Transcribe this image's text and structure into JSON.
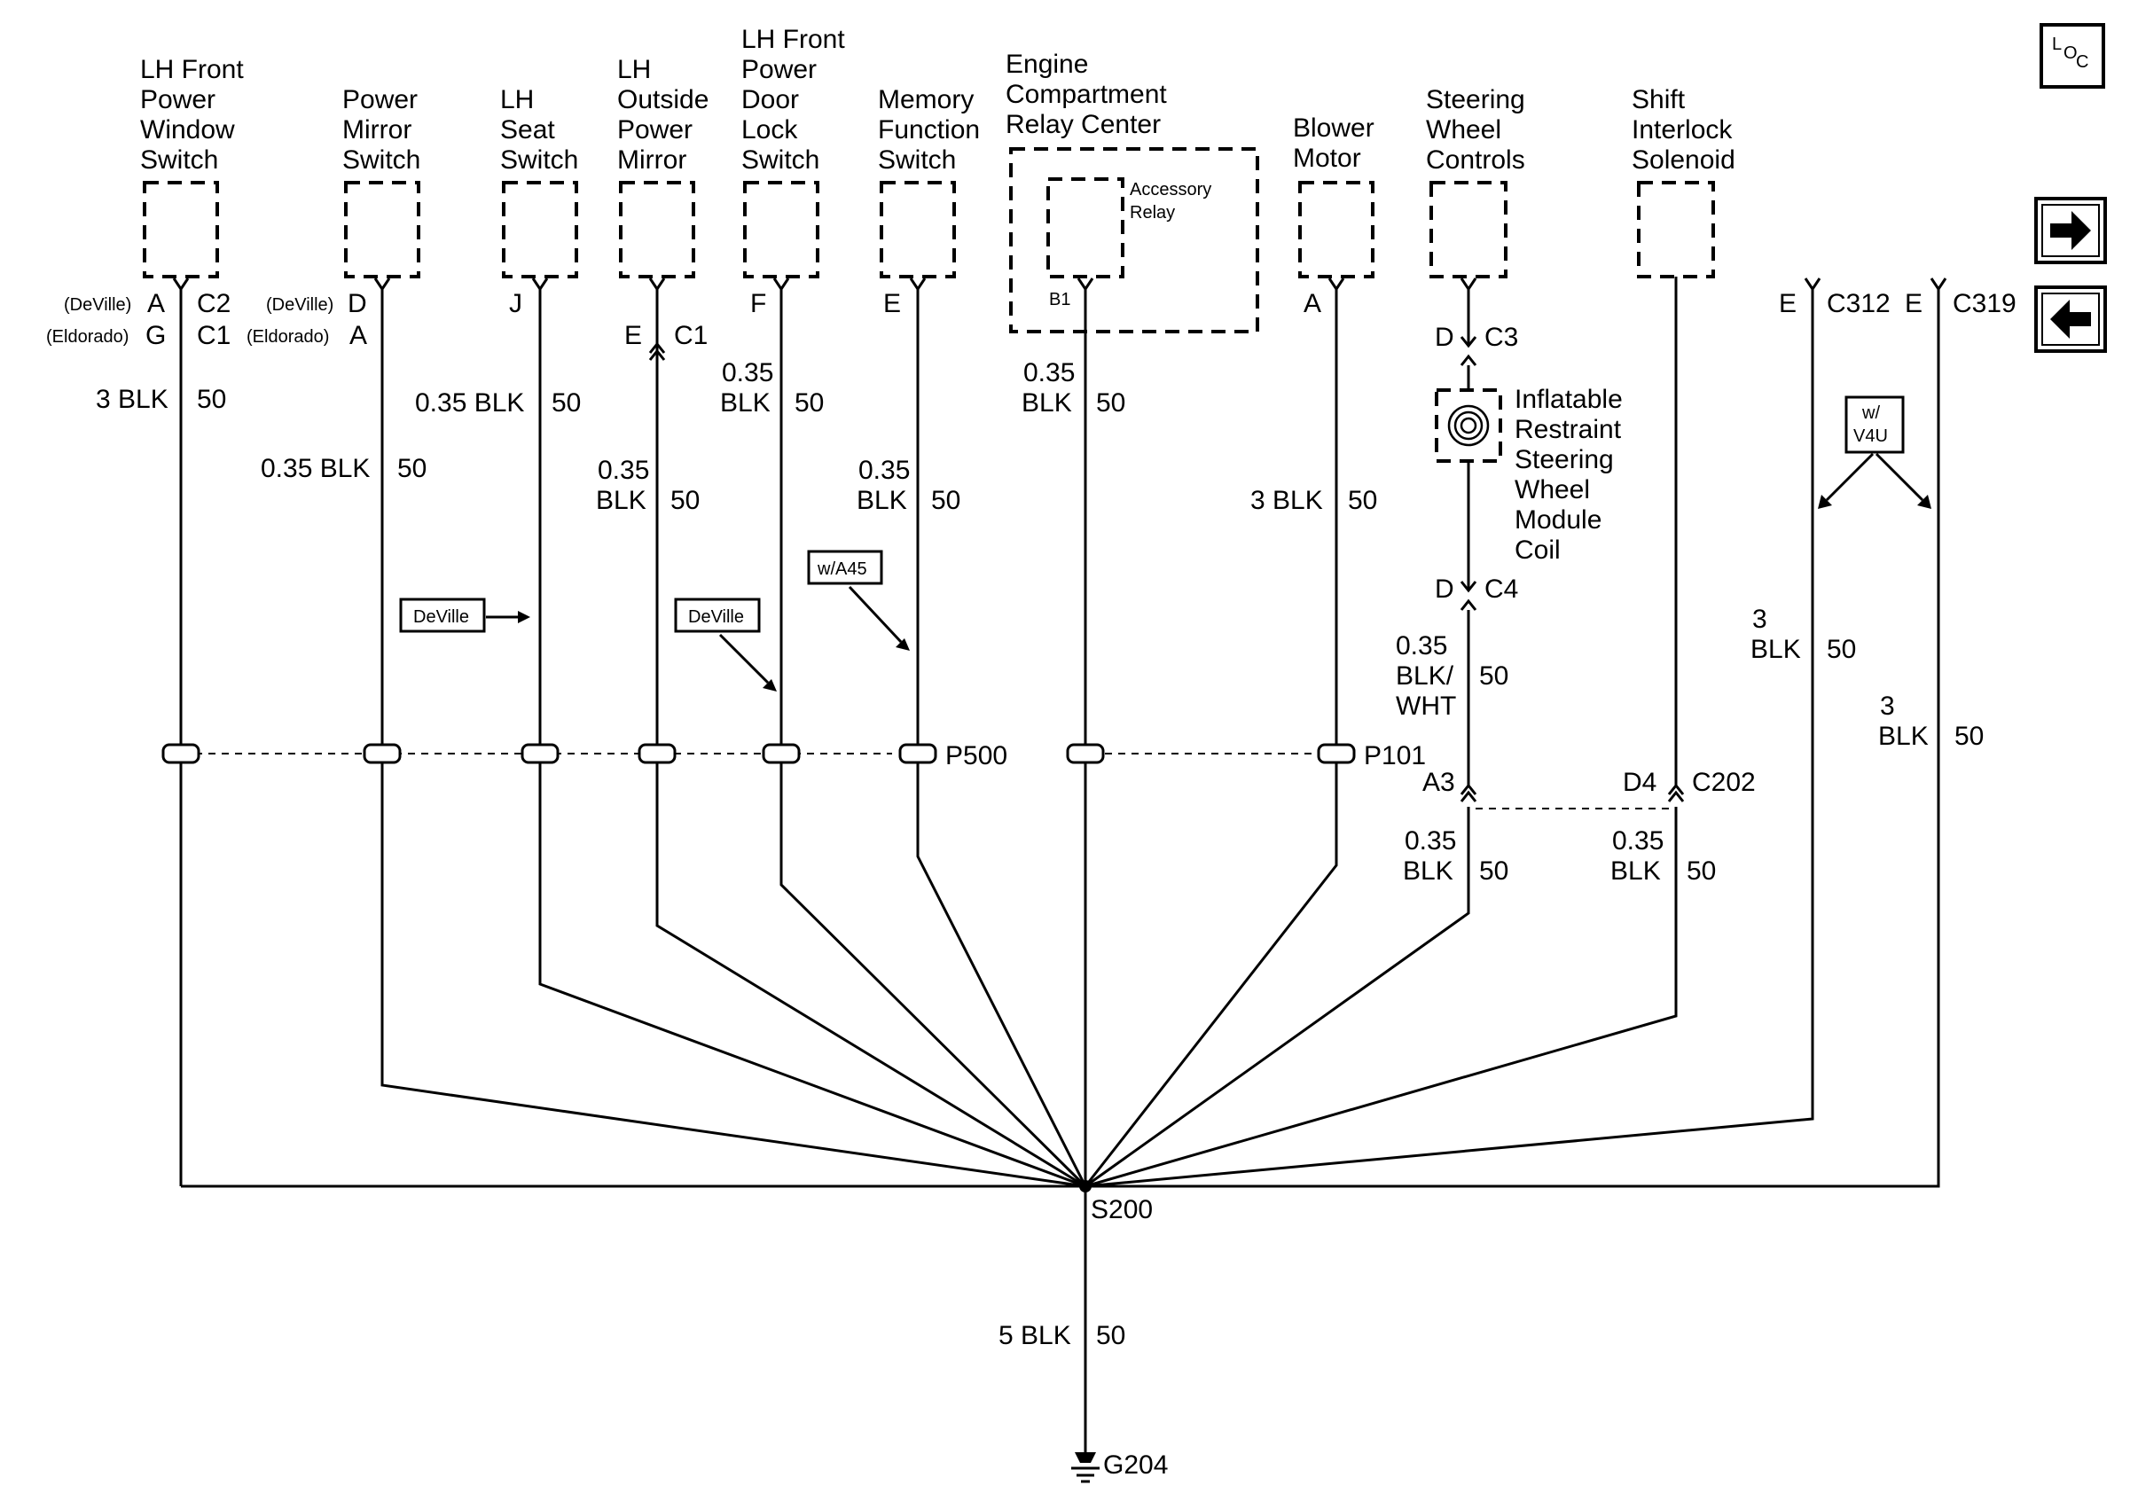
{
  "components": [
    {
      "id": "lh-front-power-window-switch",
      "lines": [
        "LH Front",
        "Power",
        "Window",
        "Switch"
      ]
    },
    {
      "id": "power-mirror-switch",
      "lines": [
        "Power",
        "Mirror",
        "Switch"
      ]
    },
    {
      "id": "lh-seat-switch",
      "lines": [
        "LH",
        "Seat",
        "Switch"
      ]
    },
    {
      "id": "lh-outside-power-mirror",
      "lines": [
        "LH",
        "Outside",
        "Power",
        "Mirror"
      ]
    },
    {
      "id": "lh-front-power-door-lock-switch",
      "lines": [
        "LH Front",
        "Power",
        "Door",
        "Lock",
        "Switch"
      ]
    },
    {
      "id": "memory-function-switch",
      "lines": [
        "Memory",
        "Function",
        "Switch"
      ]
    },
    {
      "id": "engine-compartment-relay-center",
      "lines": [
        "Engine",
        "Compartment",
        "Relay Center"
      ]
    },
    {
      "id": "blower-motor",
      "lines": [
        "Blower",
        "Motor"
      ]
    },
    {
      "id": "steering-wheel-controls",
      "lines": [
        "Steering",
        "Wheel",
        "Controls"
      ]
    },
    {
      "id": "shift-interlock-solenoid",
      "lines": [
        "Shift",
        "Interlock",
        "Solenoid"
      ]
    }
  ],
  "relay": {
    "lines": [
      "Accessory",
      "Relay"
    ],
    "pin": "B1"
  },
  "connectors": {
    "c1_window": {
      "deville_variant": "(DeVille)",
      "deville_pin": "A",
      "deville_conn": "C2",
      "eldorado_variant": "(Eldorado)",
      "eldorado_pin": "G",
      "eldorado_conn": "C1"
    },
    "c1_mirror_switch": {
      "deville_variant": "(DeVille)",
      "deville_pin": "D",
      "eldorado_variant": "(Eldorado)",
      "eldorado_pin": "A"
    },
    "seat_pin": "J",
    "mirror_pin": "E",
    "mirror_conn": "C1",
    "door_lock_pin": "F",
    "memory_pin": "E",
    "blower_pin": "A",
    "steering_pin_top": "D",
    "steering_conn_top": "C3",
    "steering_pin_bottom": "D",
    "steering_conn_bottom": "C4",
    "c312_pin": "E",
    "c312": "C312",
    "c319_pin": "E",
    "c319": "C319",
    "a3": "A3",
    "d4": "D4",
    "c202": "C202"
  },
  "wires": {
    "w1": {
      "gauge": "3 BLK",
      "circuit": "50"
    },
    "w2": {
      "gauge": "0.35 BLK",
      "circuit": "50"
    },
    "w3": {
      "gauge": "0.35 BLK",
      "circuit": "50"
    },
    "w4": {
      "gauge1": "0.35",
      "gauge2": "BLK",
      "circuit": "50"
    },
    "w5": {
      "gauge1": "0.35",
      "gauge2": "BLK",
      "circuit": "50"
    },
    "w6": {
      "gauge1": "0.35",
      "gauge2": "BLK",
      "circuit": "50"
    },
    "w7": {
      "gauge1": "0.35",
      "gauge2": "BLK",
      "circuit": "50"
    },
    "w8": {
      "gauge": "3 BLK",
      "circuit": "50"
    },
    "w9": {
      "gauge1": "0.35",
      "gauge2": "BLK/",
      "gauge3": "WHT",
      "circuit": "50"
    },
    "w9b": {
      "gauge1": "0.35",
      "gauge2": "BLK",
      "circuit": "50"
    },
    "w10": {
      "gauge1": "0.35",
      "gauge2": "BLK",
      "circuit": "50"
    },
    "w11": {
      "gauge1": "3",
      "gauge2": "BLK",
      "circuit": "50"
    },
    "w12": {
      "gauge1": "3",
      "gauge2": "BLK",
      "circuit": "50"
    },
    "ground": {
      "gauge": "5 BLK",
      "circuit": "50"
    }
  },
  "option_tags": {
    "deville1": "DeVille",
    "deville2": "DeVille",
    "a45": "w/A45",
    "v4u_line1": "w/",
    "v4u_line2": "V4U"
  },
  "airbag": {
    "lines": [
      "Inflatable",
      "Restraint",
      "Steering",
      "Wheel",
      "Module",
      "Coil"
    ]
  },
  "pass_throughs": {
    "p500": "P500",
    "p101": "P101"
  },
  "splice": "S200",
  "ground": "G204",
  "nav": {
    "loc_l": "L",
    "loc_o": "O",
    "loc_c": "C"
  }
}
